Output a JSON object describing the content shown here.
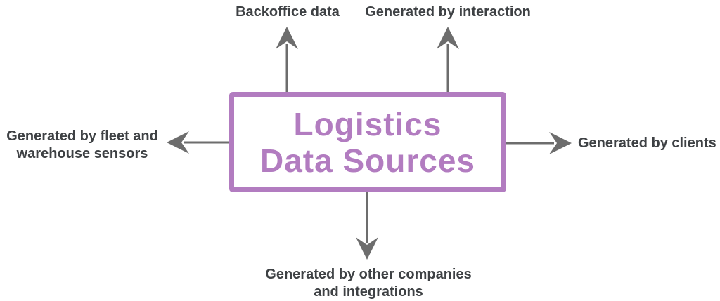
{
  "diagram": {
    "title": {
      "line1": "Logistics",
      "line2": "Data Sources"
    },
    "labels": {
      "backoffice": "Backoffice data",
      "interaction": "Generated by interaction",
      "fleet": {
        "line1": "Generated by fleet and",
        "line2": "warehouse sensors"
      },
      "clients": "Generated by clients",
      "companies": {
        "line1": "Generated by other companies",
        "line2": "and integrations"
      }
    },
    "arrows": [
      {
        "name": "arrow-up-to-backoffice",
        "direction": "up"
      },
      {
        "name": "arrow-up-to-interaction",
        "direction": "up"
      },
      {
        "name": "arrow-left-to-fleet-sensors",
        "direction": "left"
      },
      {
        "name": "arrow-right-to-clients",
        "direction": "right"
      },
      {
        "name": "arrow-down-to-other-companies",
        "direction": "down"
      }
    ],
    "colors": {
      "purple": "#b27cc0",
      "text_gray": "#3e4144",
      "arrow_gray": "#6d6d6d",
      "background": "#ffffff"
    }
  }
}
